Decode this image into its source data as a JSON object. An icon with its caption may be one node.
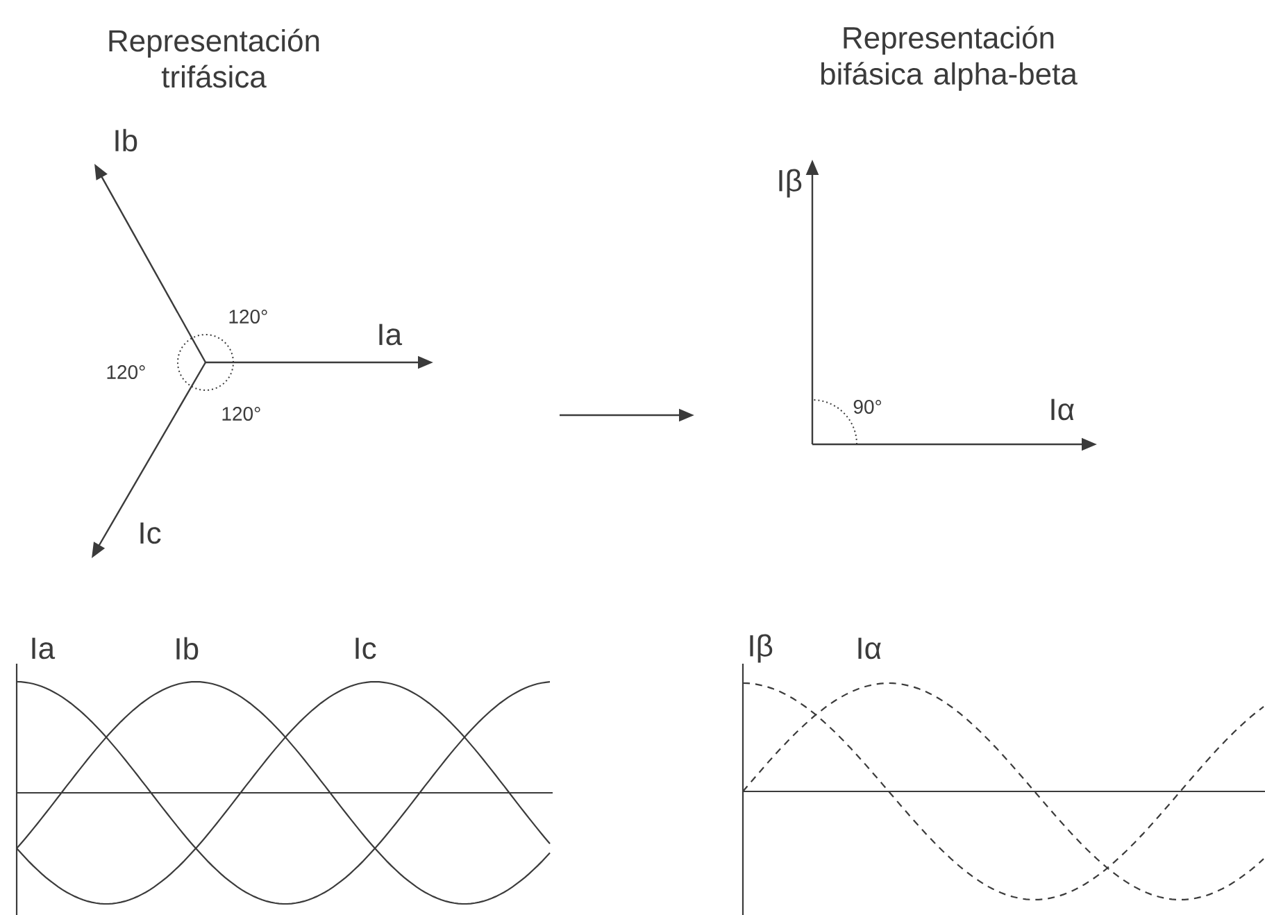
{
  "diagram": {
    "labels": [
      "Representación trifásica",
      "Representación bifásica alpha-beta",
      "Ib",
      "Ia",
      "120°",
      "120°",
      "120°",
      "Ic",
      "Iβ",
      "90°",
      "Iα",
      "Ia",
      "Ib",
      "Ic",
      "Iβ",
      "Iα"
    ]
  }
}
